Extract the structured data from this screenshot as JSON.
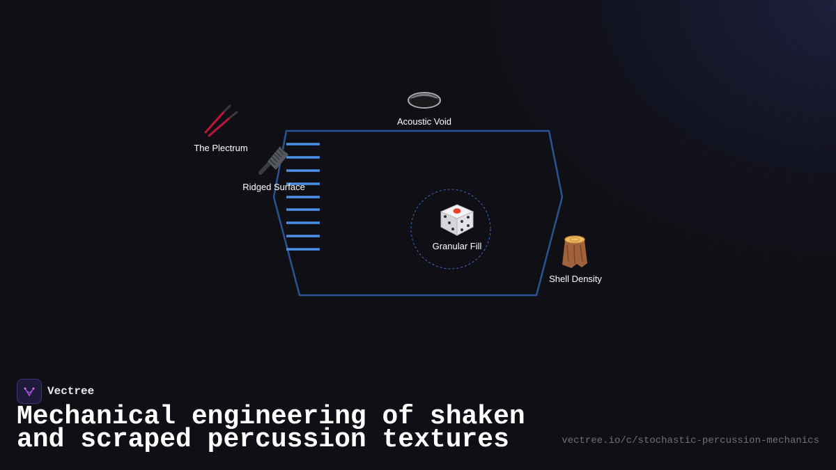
{
  "brand": {
    "name": "Vectree"
  },
  "headline": "Mechanical engineering of shaken and scraped percussion textures",
  "url": "vectree.io/c/stochastic-percussion-mechanics",
  "nodes": {
    "acoustic_void": {
      "label": "Acoustic Void",
      "icon": "bowl-icon"
    },
    "plectrum": {
      "label": "The Plectrum",
      "icon": "chopsticks-icon"
    },
    "ridged_surface": {
      "label": "Ridged Surface",
      "icon": "comb-icon"
    },
    "granular_fill": {
      "label": "Granular Fill",
      "icon": "dice-icon"
    },
    "shell_density": {
      "label": "Shell Density",
      "icon": "wood-icon"
    }
  },
  "colors": {
    "background": "#0f0f15",
    "shell_outline": "#2a5495",
    "ridges": "#4a90e8",
    "granular_ring": "#3d6fc0",
    "url": "#70707a"
  }
}
